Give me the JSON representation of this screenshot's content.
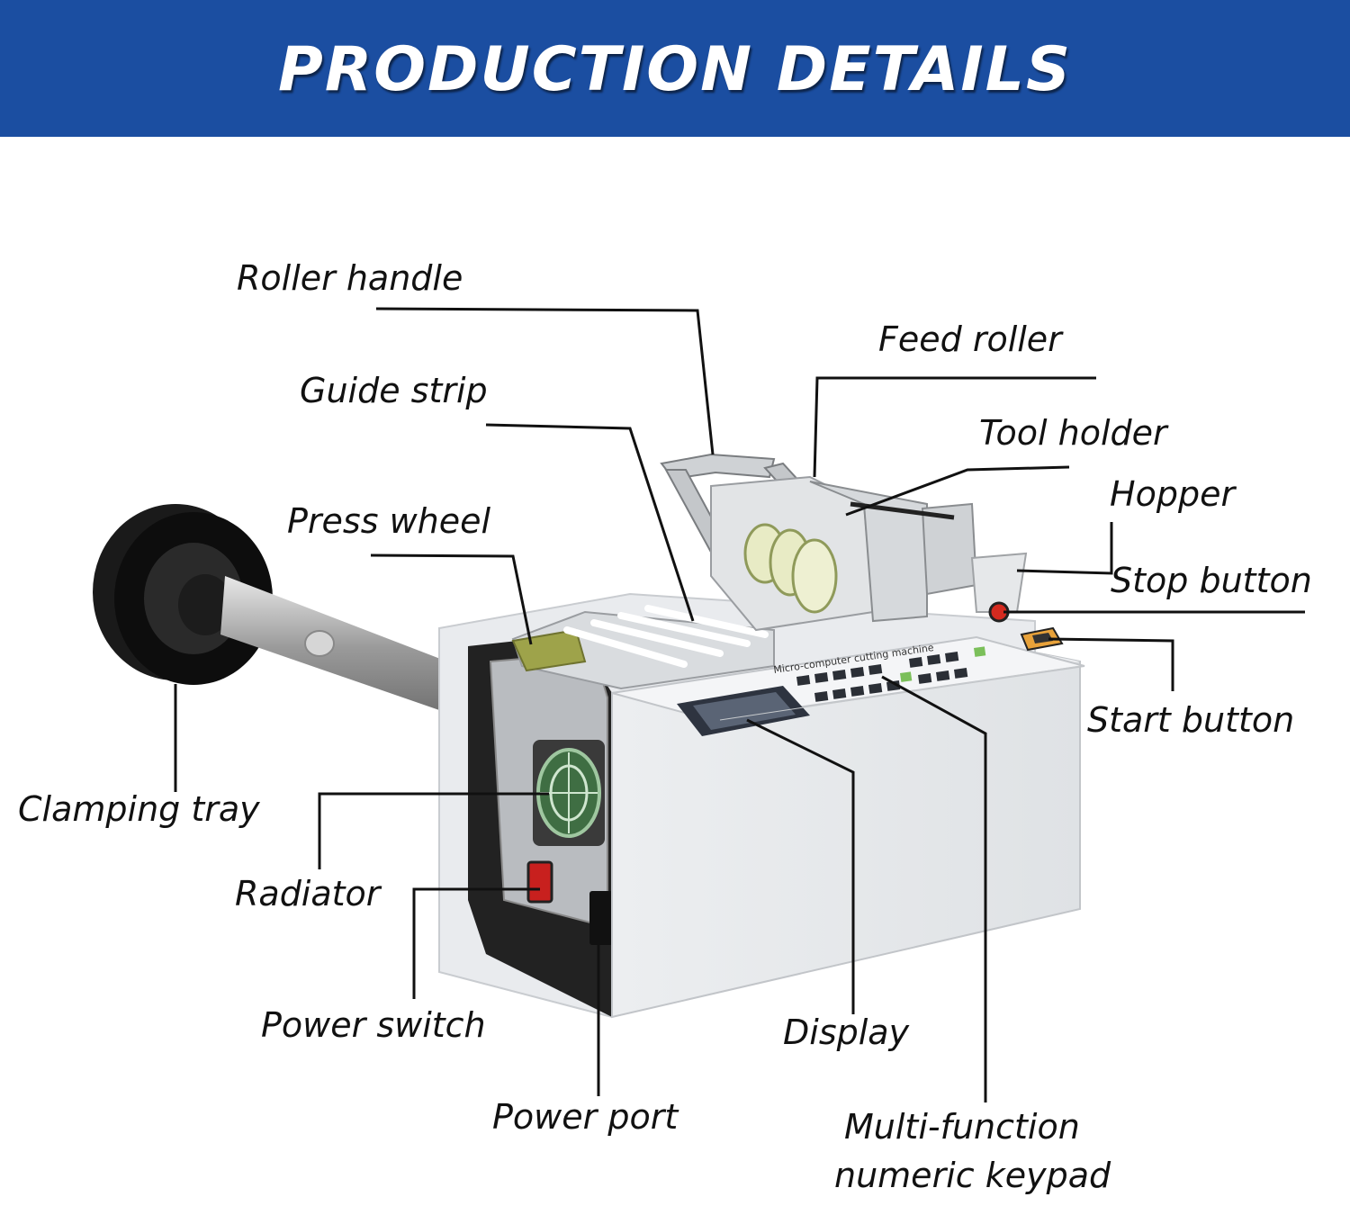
{
  "header": {
    "title": "PRODUCTION DETAILS",
    "background": "#1b4ea1"
  },
  "labels": {
    "roller_handle": "Roller handle",
    "feed_roller": "Feed roller",
    "guide_strip": "Guide strip",
    "tool_holder": "Tool holder",
    "hopper": "Hopper",
    "press_wheel": "Press wheel",
    "stop_button": "Stop button",
    "start_button": "Start button",
    "clamping_tray": "Clamping tray",
    "radiator": "Radiator",
    "power_switch": "Power switch",
    "power_port": "Power port",
    "display": "Display",
    "keypad_line1": "Multi-function",
    "keypad_line2": "numeric keypad"
  },
  "machine": {
    "panel_text": "Micro-computer cutting machine",
    "accent_color": "#7bbf5a"
  }
}
